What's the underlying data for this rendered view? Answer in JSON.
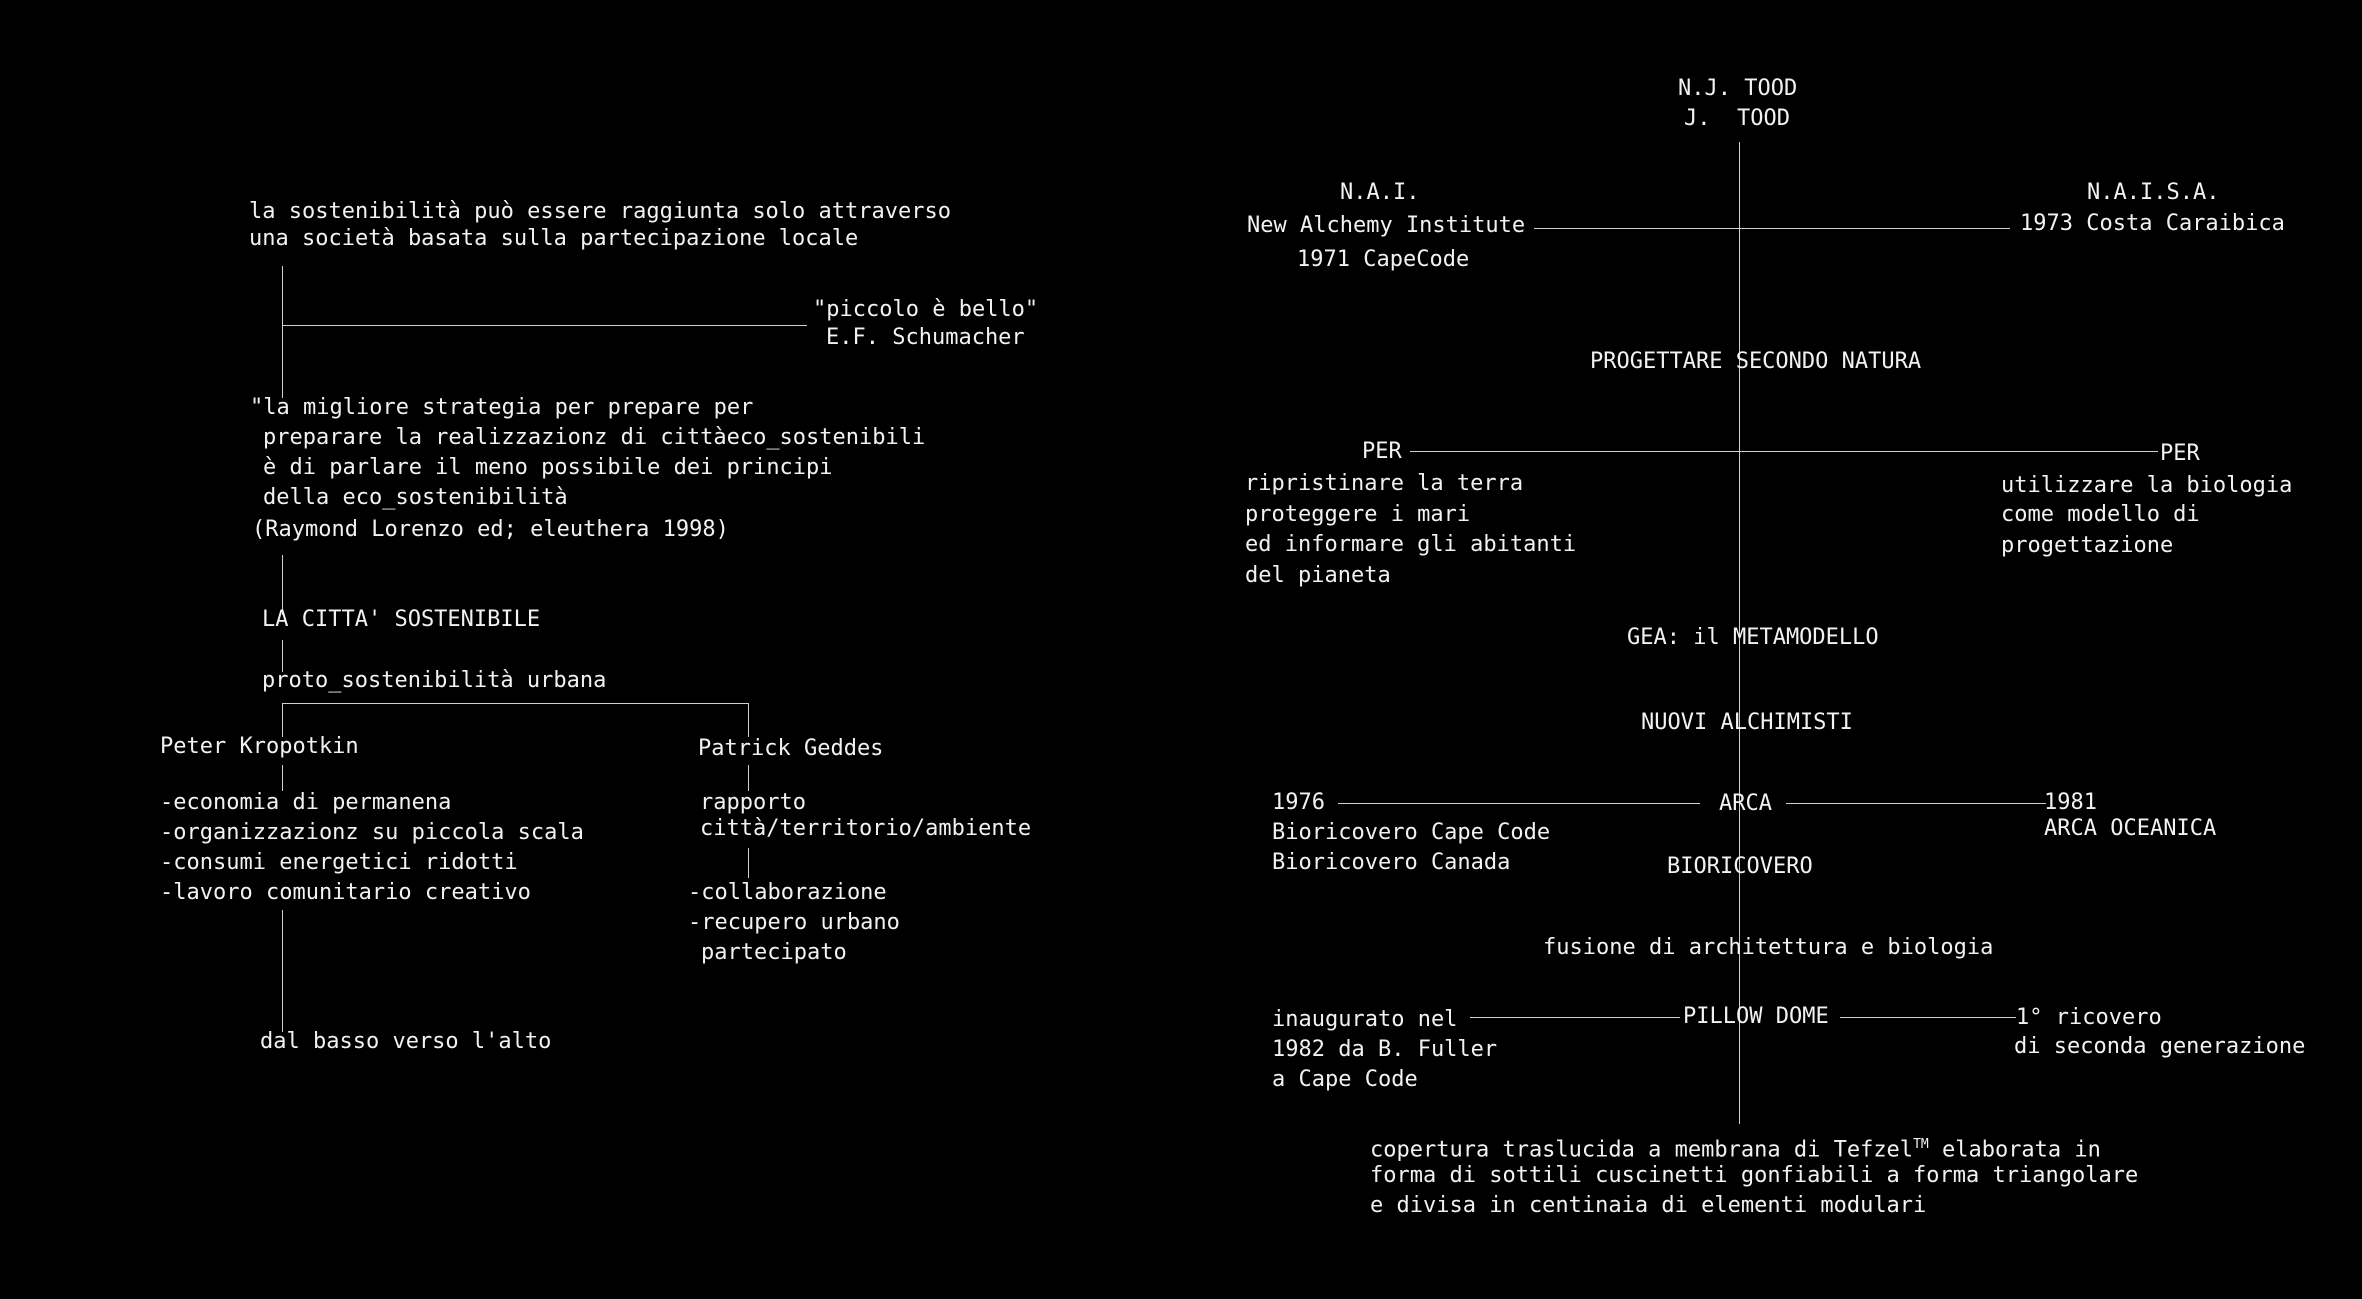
{
  "left": {
    "intro": [
      "la sostenibilità può essere raggiunta solo attraverso",
      "una società basata sulla partecipazione locale"
    ],
    "schumacher": [
      "\"piccolo è bello\"",
      "E.F. Schumacher"
    ],
    "quote": [
      "\"la migliore strategia per prepare per",
      "preparare la realizzazionz di cittàeco_sostenibili",
      "è di parlare il meno possibile dei principi",
      "della eco_sostenibilità",
      "(Raymond Lorenzo ed; eleuthera 1998)"
    ],
    "citta": "LA CITTA' SOSTENIBILE",
    "proto": "proto_sostenibilità urbana",
    "kropotkin": {
      "name": "Peter Kropotkin",
      "items": [
        "-economia di permanena",
        "-organizzazionz su piccola scala",
        "-consumi energetici ridotti",
        "-lavoro comunitario creativo"
      ]
    },
    "geddes": {
      "name": "Patrick Geddes",
      "rapporto": [
        "rapporto",
        "città/territorio/ambiente"
      ],
      "items": [
        "-collaborazione",
        "-recupero urbano",
        "partecipato"
      ]
    },
    "basso": "dal basso verso l'alto"
  },
  "right": {
    "tood": [
      "N.J. TOOD",
      "J.  TOOD"
    ],
    "nai": [
      "N.A.I.",
      "New Alchemy Institute",
      "1971 CapeCode"
    ],
    "naisa": [
      "N.A.I.S.A.",
      "1973 Costa Caraibica"
    ],
    "progettare": "PROGETTARE SECONDO NATURA",
    "per_left": "PER",
    "per_left_items": [
      "ripristinare la terra",
      "proteggere i mari",
      "ed informare gli abitanti",
      "del pianeta"
    ],
    "per_right": "PER",
    "per_right_items": [
      "utilizzare la biologia",
      "come modello di",
      "progettazione"
    ],
    "gea": "GEA: il METAMODELLO",
    "nuovi": "NUOVI ALCHIMISTI",
    "y1976": [
      "1976",
      "Bioricovero Cape Code",
      "Bioricovero Canada"
    ],
    "arca": "ARCA",
    "y1981": [
      "1981",
      "ARCA OCEANICA"
    ],
    "bioricovero": "BIORICOVERO",
    "fusione": "fusione di architettura e biologia",
    "inaugurato": [
      "inaugurato nel",
      "1982 da B. Fuller",
      "a Cape Code"
    ],
    "pillow": "PILLOW DOME",
    "ricovero": [
      "1° ricovero",
      "di seconda generazione"
    ],
    "copertura_1": "copertura traslucida a membrana di Tefzel",
    "tm": "TM",
    "copertura_1b": " elaborata in",
    "copertura": [
      "forma di sottili cuscinetti gonfiabili a forma triangolare",
      "e divisa in centinaia di elementi modulari"
    ]
  }
}
